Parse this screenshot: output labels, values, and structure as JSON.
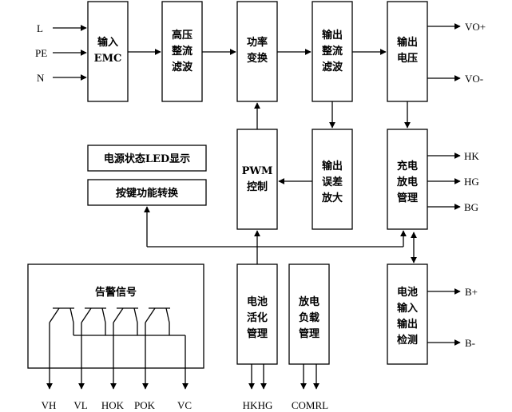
{
  "blocks": {
    "input_emc": [
      "输入",
      "EMC"
    ],
    "hv_rectifier": [
      "高压",
      "整流",
      "滤波"
    ],
    "power_conversion": [
      "功率",
      "变换"
    ],
    "output_rectifier": [
      "输出",
      "整流",
      "滤波"
    ],
    "output_voltage": [
      "输出",
      "电压"
    ],
    "pwm_control": [
      "PWM",
      "控制"
    ],
    "output_error_amp": [
      "输出",
      "误差",
      "放大"
    ],
    "charge_discharge": [
      "充电",
      "放电",
      "管理"
    ],
    "led_display": "电源状态LED显示",
    "key_switch": "按键功能转换",
    "alarm_signal": "告警信号",
    "battery_activation": [
      "电池",
      "活化",
      "管理"
    ],
    "discharge_load": [
      "放电",
      "负载",
      "管理"
    ],
    "battery_io_detect": [
      "电池",
      "输入",
      "输出",
      "检测"
    ]
  },
  "inputs": {
    "L": "L",
    "PE": "PE",
    "N": "N"
  },
  "outputs": {
    "vo_plus": "VO+",
    "vo_minus": "VO-",
    "hk": "HK",
    "hg": "HG",
    "bg": "BG",
    "b_plus": "B+",
    "b_minus": "B-"
  },
  "bottom_labels": {
    "vh": "VH",
    "vl": "VL",
    "hok": "HOK",
    "pok": "POK",
    "vc": "VC",
    "hk": "HK",
    "hg": "HG",
    "comrl": "COMRL"
  }
}
